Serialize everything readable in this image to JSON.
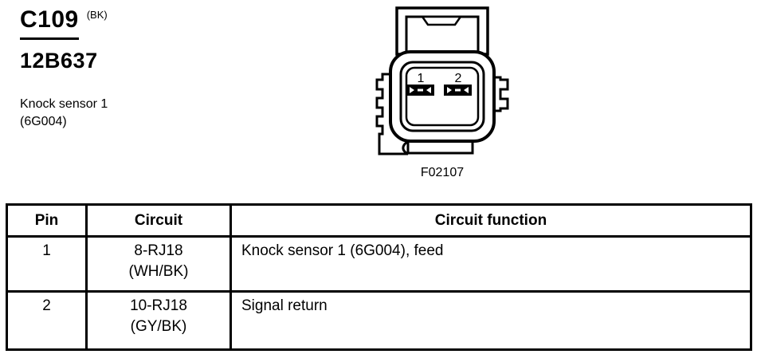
{
  "header": {
    "connector_id": "C109",
    "connector_color": "(BK)",
    "part_number": "12B637",
    "description_line1": "Knock sensor 1",
    "description_line2": "(6G004)"
  },
  "figure": {
    "caption": "F02107",
    "pin_labels": [
      "1",
      "2"
    ]
  },
  "table": {
    "headers": [
      "Pin",
      "Circuit",
      "Circuit function"
    ],
    "rows": [
      {
        "pin": "1",
        "circuit_line1": "8-RJ18",
        "circuit_line2": "(WH/BK)",
        "function": "Knock sensor 1 (6G004), feed"
      },
      {
        "pin": "2",
        "circuit_line1": "10-RJ18",
        "circuit_line2": "(GY/BK)",
        "function": "Signal return"
      }
    ]
  },
  "colors": {
    "ink": "#000000",
    "background": "#ffffff"
  }
}
